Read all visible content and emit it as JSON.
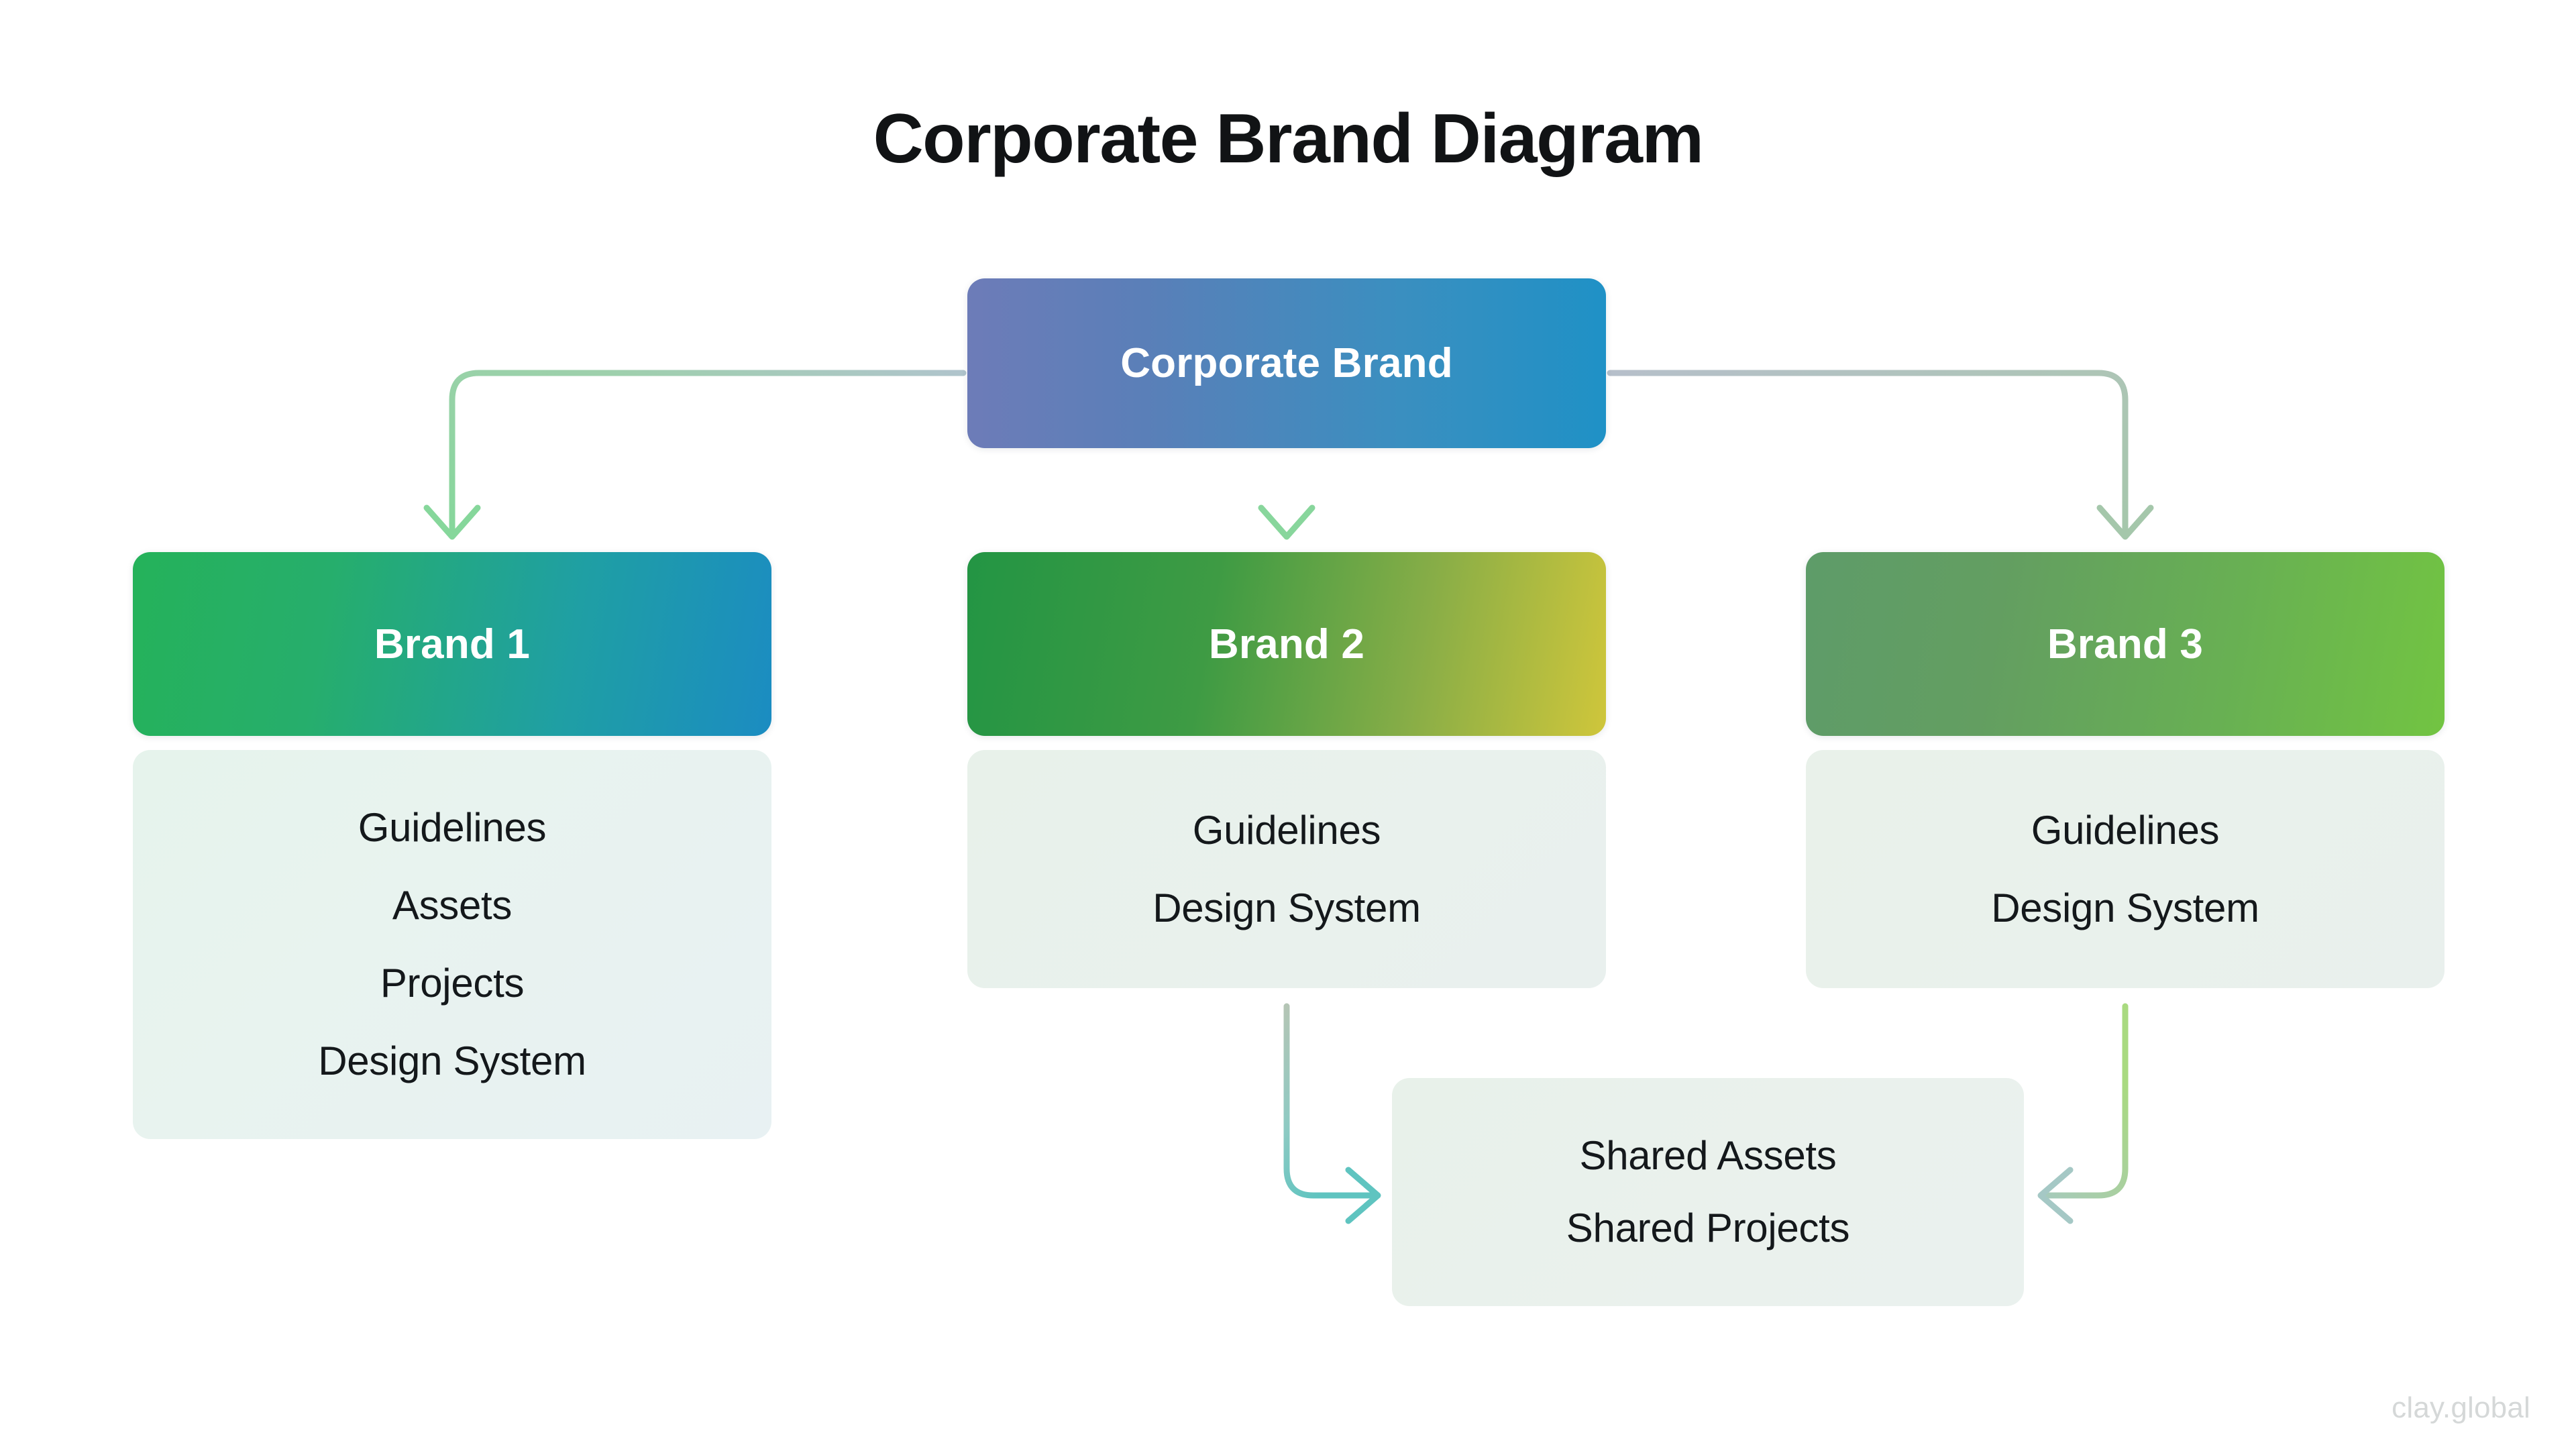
{
  "page": {
    "title": "Corporate Brand Diagram",
    "watermark": "clay.global",
    "background_color": "#ffffff"
  },
  "diagram": {
    "type": "hierarchy",
    "root": {
      "label": "Corporate Brand",
      "gradient_from": "#6d7cb8",
      "gradient_to": "#1f91c6",
      "text_color": "#ffffff"
    },
    "branches": [
      {
        "id": "brand-1",
        "label": "Brand 1",
        "gradient_from": "#25b25a",
        "gradient_to": "#1b8cc2",
        "text_color": "#ffffff",
        "panel_background": "#e7f2ee",
        "items": [
          "Guidelines",
          "Assets",
          "Projects",
          "Design System"
        ]
      },
      {
        "id": "brand-2",
        "label": "Brand 2",
        "gradient_from": "#239544",
        "gradient_to": "#cfc63b",
        "text_color": "#ffffff",
        "panel_background": "#e8f1ec",
        "items": [
          "Guidelines",
          "Design System"
        ]
      },
      {
        "id": "brand-3",
        "label": "Brand 3",
        "gradient_from": "#5e9c69",
        "gradient_to": "#72c442",
        "text_color": "#ffffff",
        "panel_background": "#e9f1ec",
        "items": [
          "Guidelines",
          "Design System"
        ]
      }
    ],
    "shared": {
      "id": "shared",
      "panel_background": "#e9f1ec",
      "items": [
        "Shared Assets",
        "Shared Projects"
      ]
    },
    "connectors": [
      {
        "id": "root-to-brand-1",
        "from": "Corporate Brand",
        "to": "Brand 1",
        "shape": "elbow-left-down",
        "color_from": "#a9c8c0",
        "color_to": "#8ad69d",
        "arrowhead": "down"
      },
      {
        "id": "root-to-brand-2",
        "from": "Corporate Brand",
        "to": "Brand 2",
        "shape": "straight-down",
        "color_from": "#9dc4cc",
        "color_to": "#8ad69d",
        "arrowhead": "down"
      },
      {
        "id": "root-to-brand-3",
        "from": "Corporate Brand",
        "to": "Brand 3",
        "shape": "elbow-right-down",
        "color_from": "#b3bdc9",
        "color_to": "#a6c7ac",
        "arrowhead": "down"
      },
      {
        "id": "brand-2-to-shared",
        "from": "Brand 2",
        "to": "Shared Assets",
        "shape": "elbow-down-right",
        "color_from": "#aec4b4",
        "color_to": "#63c4c0",
        "arrowhead": "right"
      },
      {
        "id": "brand-3-to-shared",
        "from": "Brand 3",
        "to": "Shared Assets",
        "shape": "elbow-down-left",
        "color_from": "#a7d87f",
        "color_to": "#a6c7c4",
        "arrowhead": "left"
      }
    ]
  }
}
